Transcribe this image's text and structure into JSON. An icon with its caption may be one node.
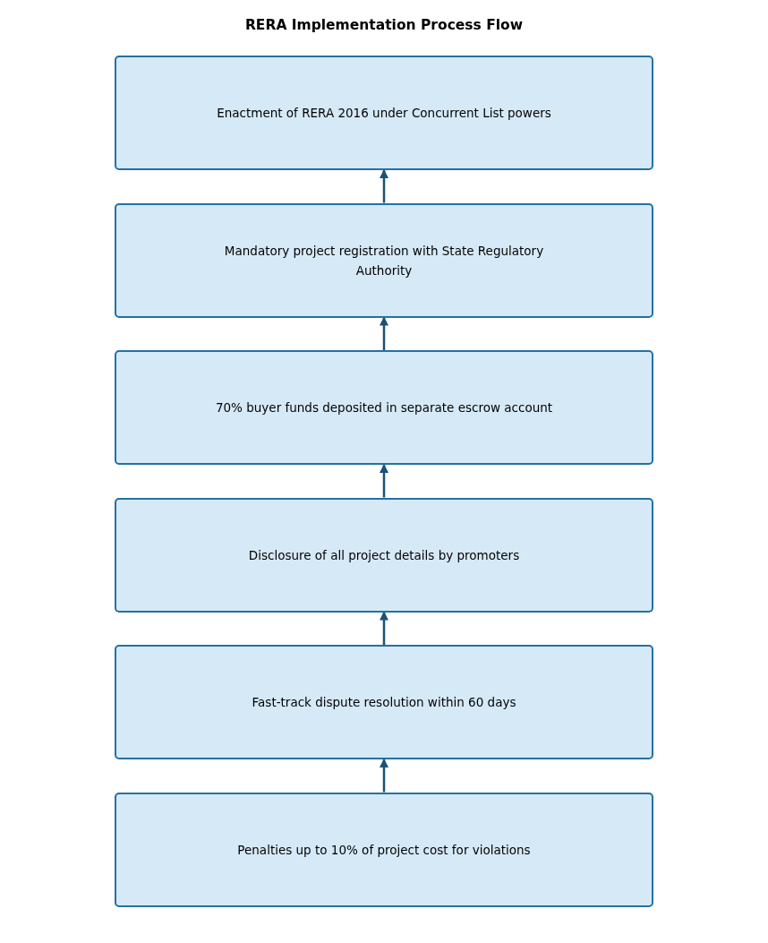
{
  "diagram": {
    "title": "RERA Implementation Process Flow",
    "nodes": [
      {
        "text": [
          "Enactment of RERA 2016 under Concurrent List powers"
        ]
      },
      {
        "text": [
          "Mandatory project registration with State Regulatory Authority"
        ]
      },
      {
        "text": [
          "70% buyer funds deposited in separate escrow account"
        ]
      },
      {
        "text": [
          "Disclosure of all project details by promoters"
        ]
      },
      {
        "text": [
          "Fast-track dispute resolution within 60 days"
        ]
      },
      {
        "text": [
          "Penalties up to 10% of project cost for violations"
        ]
      }
    ],
    "edges": [
      {
        "from": 1,
        "to": 0,
        "arrow": "to"
      },
      {
        "from": 2,
        "to": 1,
        "arrow": "to"
      },
      {
        "from": 3,
        "to": 2,
        "arrow": "to"
      },
      {
        "from": 4,
        "to": 3,
        "arrow": "to"
      },
      {
        "from": 5,
        "to": 4,
        "arrow": "to"
      }
    ]
  }
}
